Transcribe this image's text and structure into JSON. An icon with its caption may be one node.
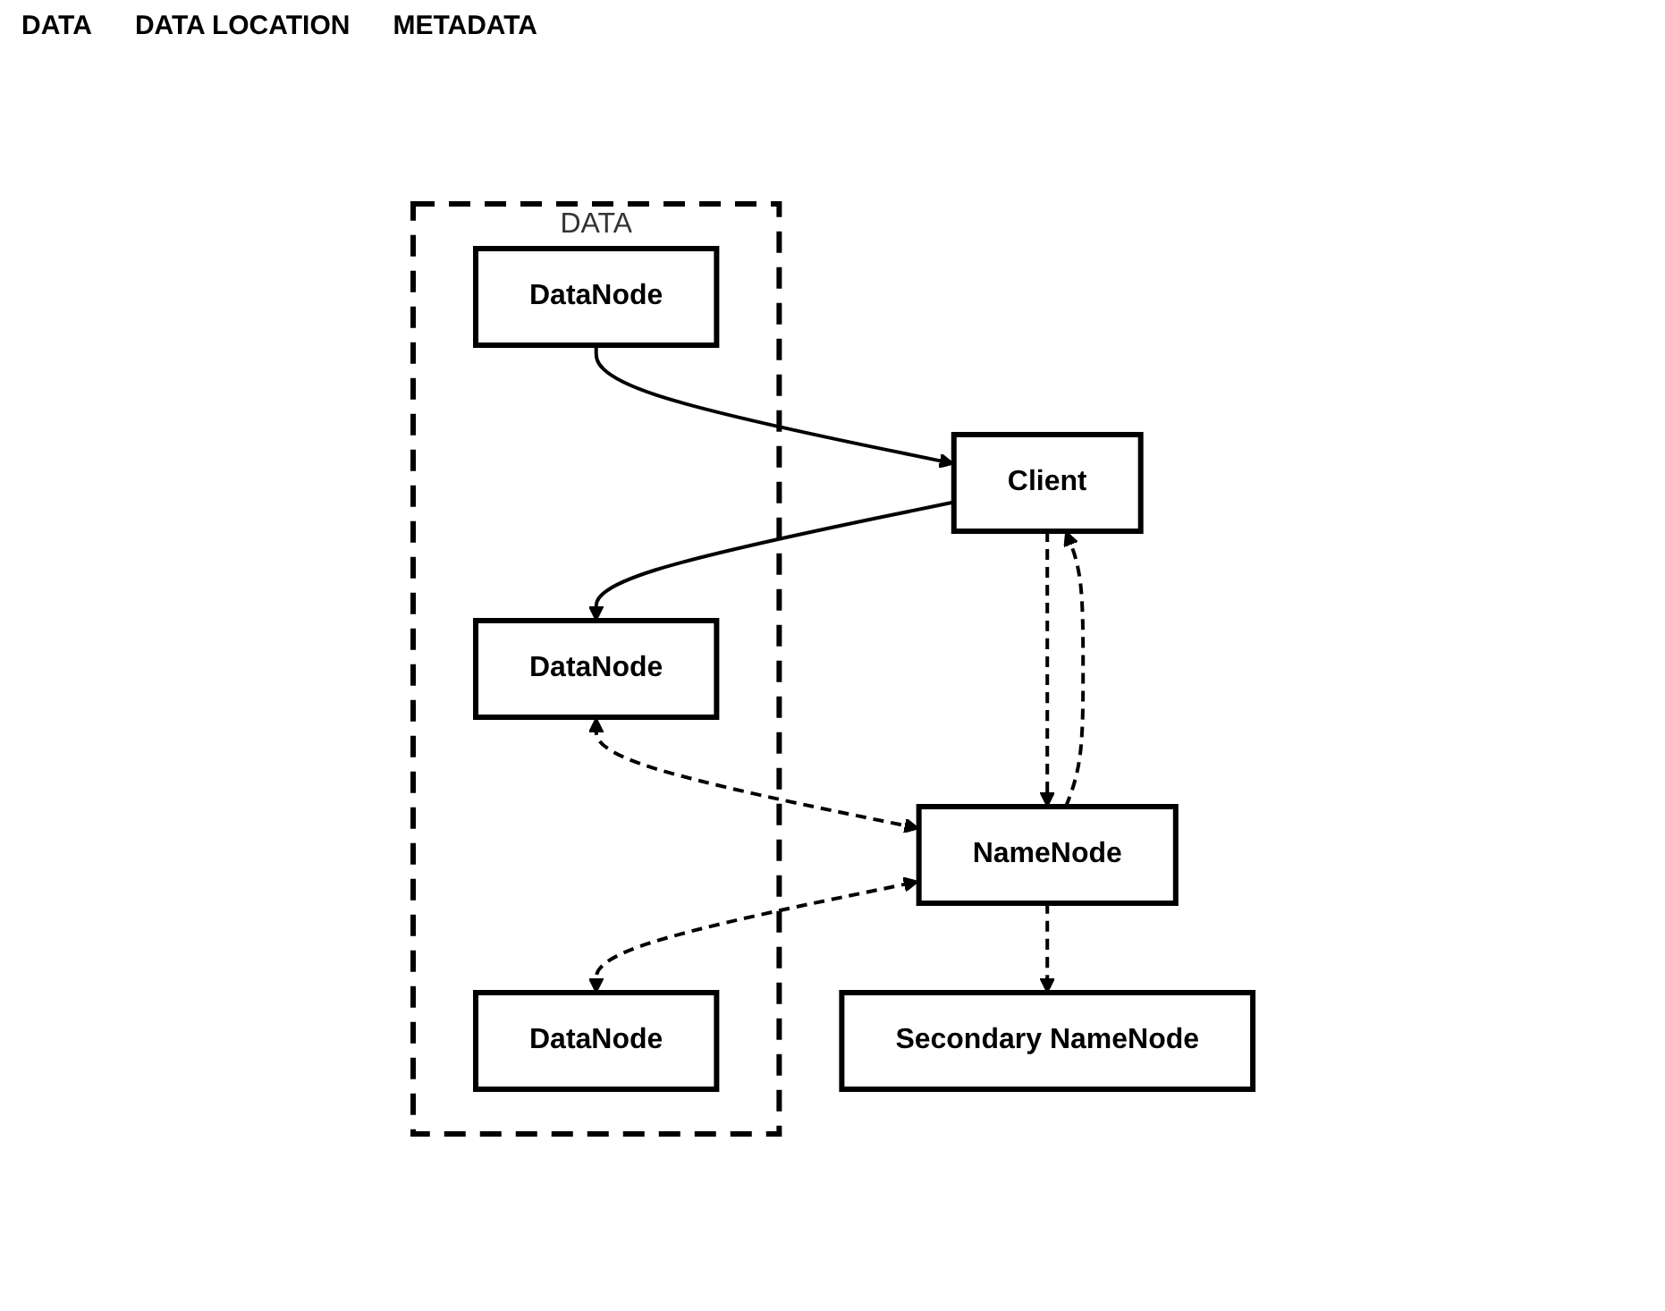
{
  "diagram": {
    "nodes": [
      {
        "text": [
          "Client"
        ]
      },
      {
        "text": [
          "NameNode"
        ]
      },
      {
        "text": [
          "Secondary NameNode"
        ]
      },
      {
        "text": [
          "DATA"
        ]
      },
      {
        "text": [
          "DataNode"
        ],
        "in": 3
      },
      {
        "text": [
          "DataNode"
        ],
        "in": 3
      },
      {
        "text": [
          "DataNode"
        ],
        "in": 3
      }
    ],
    "edges": [
      {
        "from": 0,
        "to": 4,
        "arrow": "to"
      },
      {
        "from": 5,
        "to": 0,
        "arrow": "to"
      },
      {
        "from": 0,
        "to": 1,
        "arrow": "to",
        "style": "dashed"
      },
      {
        "from": 1,
        "to": 0,
        "arrow": "to",
        "style": "dashed"
      },
      {
        "from": 4,
        "to": 1,
        "arrow": "both",
        "style": "dashed"
      },
      {
        "from": 1,
        "to": 6,
        "arrow": "both",
        "style": "dashed"
      },
      {
        "from": 1,
        "to": 2,
        "arrow": "to",
        "style": "dashed"
      }
    ],
    "labels": [
      "DATA",
      "DATA LOCATION",
      "METADATA"
    ]
  }
}
